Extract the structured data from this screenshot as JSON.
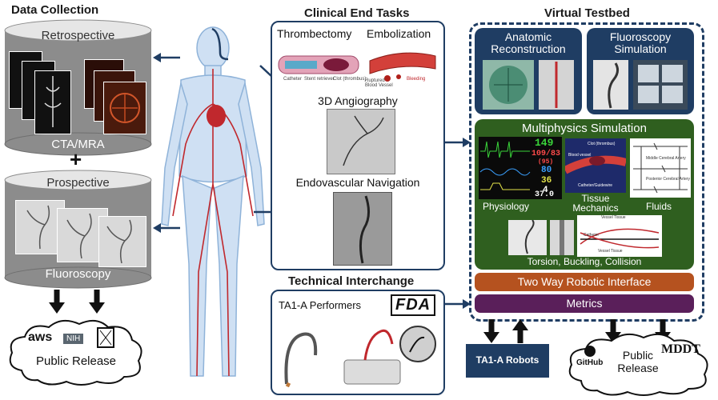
{
  "data_collection": {
    "title": "Data Collection",
    "retrospective": {
      "top": "Retrospective",
      "bottom": "CTA/MRA"
    },
    "plus": "+",
    "prospective": {
      "top": "Prospective",
      "bottom": "Fluoroscopy"
    },
    "release": {
      "aws": "aws",
      "nih": "NIH",
      "label": "Public Release"
    }
  },
  "clinical": {
    "title": "Clinical End Tasks",
    "thrombectomy": "Thrombectomy",
    "embolization": "Embolization",
    "thrombectomy_labels": [
      "Catheter",
      "Stent retriever",
      "Clot (thrombus)"
    ],
    "embolization_labels": [
      "Ruptured Blood Vessel",
      "Bleeding"
    ],
    "angiography": "3D Angiography",
    "navigation": "Endovascular Navigation"
  },
  "technical": {
    "title": "Technical Interchange",
    "performers": "TA1-A Performers",
    "fda": "FDA"
  },
  "virtual": {
    "title": "Virtual Testbed",
    "anatomic": "Anatomic Reconstruction",
    "fluoro_sim": "Fluoroscopy Simulation",
    "multiphysics": "Multiphysics Simulation",
    "physiology": "Physiology",
    "tissue": "Tissue Mechanics",
    "fluids": "Fluids",
    "torsion": "Torsion, Buckling, Collision",
    "robotic": "Two Way Robotic Interface",
    "metrics": "Metrics",
    "vitals": [
      "149",
      "109/83",
      "(95)",
      "80",
      "36",
      "4",
      "37.0"
    ],
    "tissue_labels": [
      "Clot (thrombus)",
      "Blood vessel",
      "Catheter/Guidewire"
    ],
    "fluid_labels": [
      "Middle Cerebral Artery",
      "Posterior Cerebral Artery"
    ],
    "torsion_labels": [
      "Vessel Tissue",
      "Catheter",
      "Vessel Tissue"
    ]
  },
  "robots": "TA1-A Robots",
  "public_release_right": {
    "github": "GitHub",
    "label": "Public Release",
    "mddt": "MDDT"
  },
  "colors": {
    "navy": "#1f3d63",
    "green": "#2f5f1f",
    "robotic": "#b5521f",
    "metrics": "#5a1f5a",
    "arrow": "#1f3d63",
    "cylinder": "#8c8c8c"
  }
}
